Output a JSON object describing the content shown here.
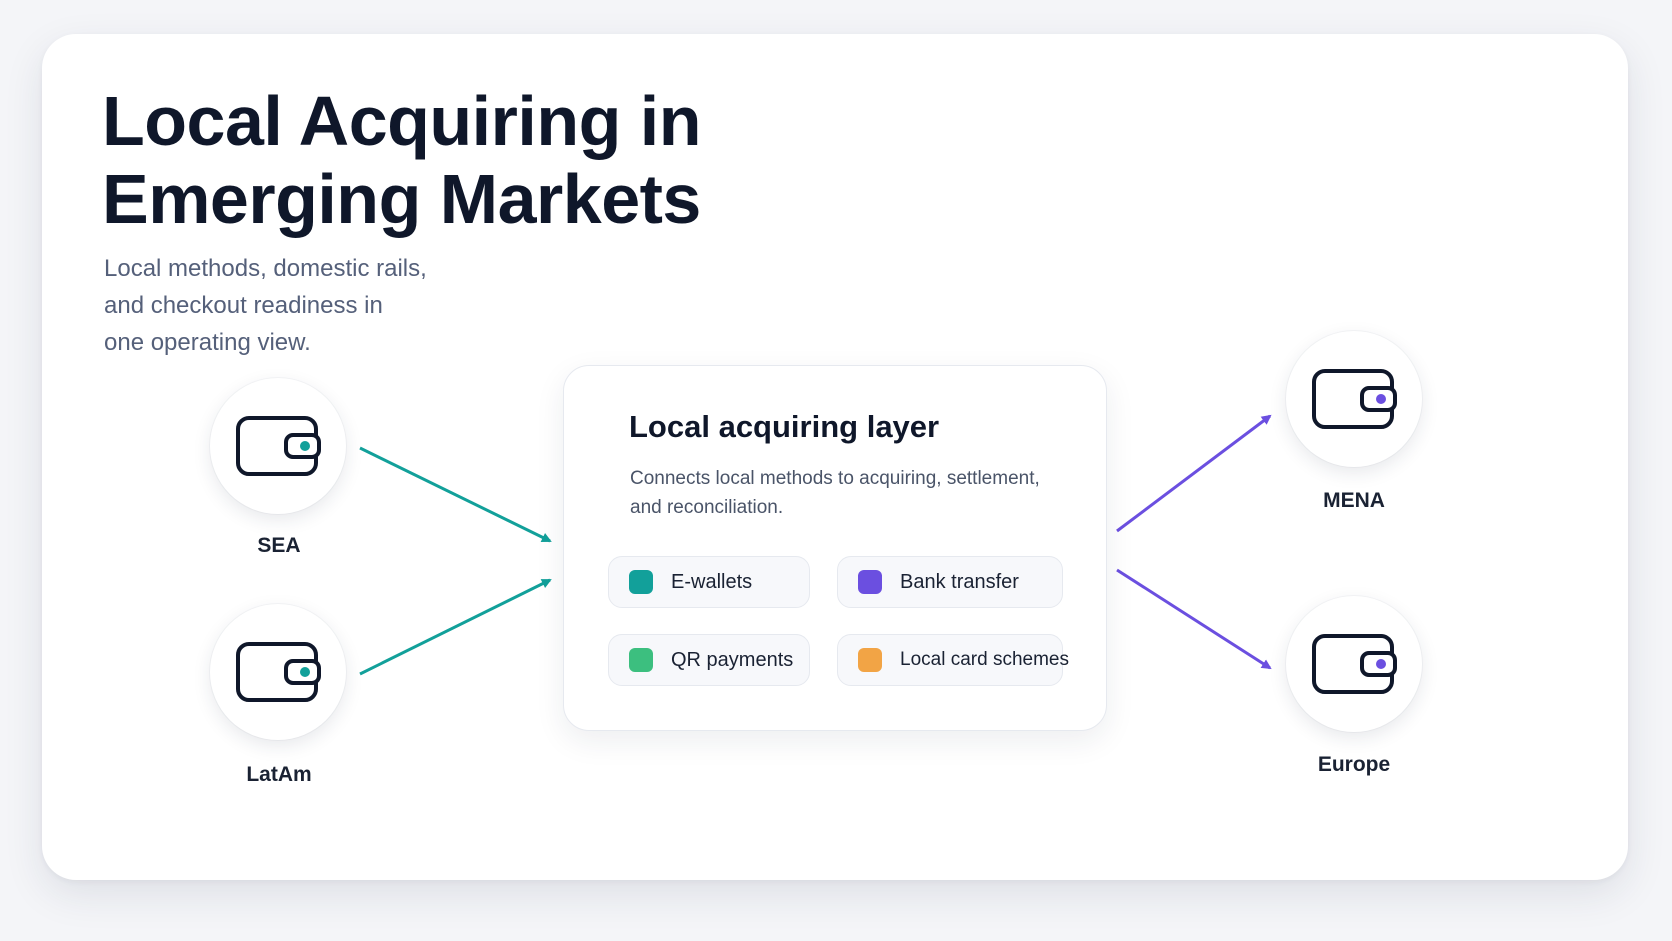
{
  "title": "Local Acquiring in\nEmerging Markets",
  "subtitle": "Local methods, domestic rails,\nand checkout readiness in\none operating view.",
  "colors": {
    "teal": "#12a09a",
    "purple": "#6b4fe0",
    "green": "#3cbf7f",
    "orange": "#f2a445",
    "ink": "#0f172a"
  },
  "sources": [
    {
      "label": "SEA",
      "icon": "wallet-icon",
      "accent": "#12a09a"
    },
    {
      "label": "LatAm",
      "icon": "wallet-icon",
      "accent": "#12a09a"
    }
  ],
  "destinations": [
    {
      "label": "MENA",
      "icon": "wallet-icon",
      "accent": "#6b4fe0"
    },
    {
      "label": "Europe",
      "icon": "wallet-icon",
      "accent": "#6b4fe0"
    }
  ],
  "layer": {
    "title": "Local acquiring layer",
    "description": "Connects local methods to acquiring, settlement, and reconciliation.",
    "methods": [
      {
        "label": "E-wallets",
        "color": "#12a09a"
      },
      {
        "label": "Bank transfer",
        "color": "#6b4fe0"
      },
      {
        "label": "QR payments",
        "color": "#3cbf7f"
      },
      {
        "label": "Local card schemes",
        "color": "#f2a445"
      }
    ]
  }
}
